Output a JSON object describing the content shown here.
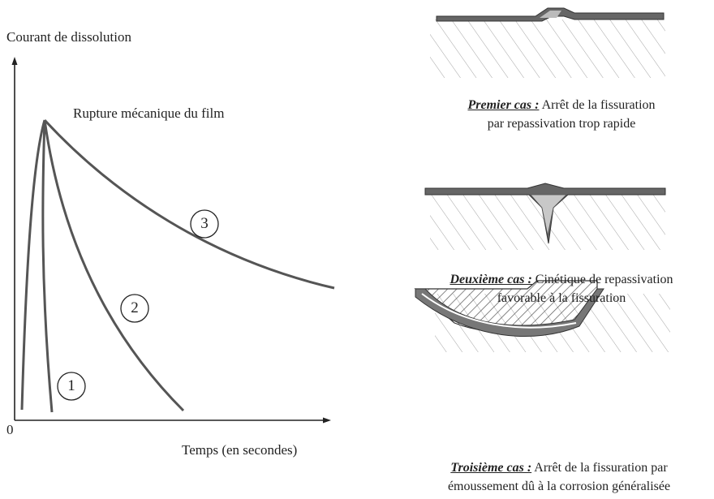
{
  "graph": {
    "y_axis_label": "Courant de dissolution",
    "x_axis_label": "Temps (en secondes)",
    "origin_label": "0",
    "peak_annotation": "Rupture mécanique du film",
    "curve_labels": [
      "1",
      "2",
      "3"
    ]
  },
  "cases": [
    {
      "title": "Premier cas :",
      "line1": " Arrêt de la fissuration",
      "line2": "par repassivation trop rapide"
    },
    {
      "title": "Deuxième cas :",
      "line1": " Cinétique de repassivation",
      "line2": "favorable à la fissuration"
    },
    {
      "title": "Troisième cas :",
      "line1": " Arrêt de la fissuration par",
      "line2": "émoussement dû à la corrosion généralisée"
    }
  ]
}
